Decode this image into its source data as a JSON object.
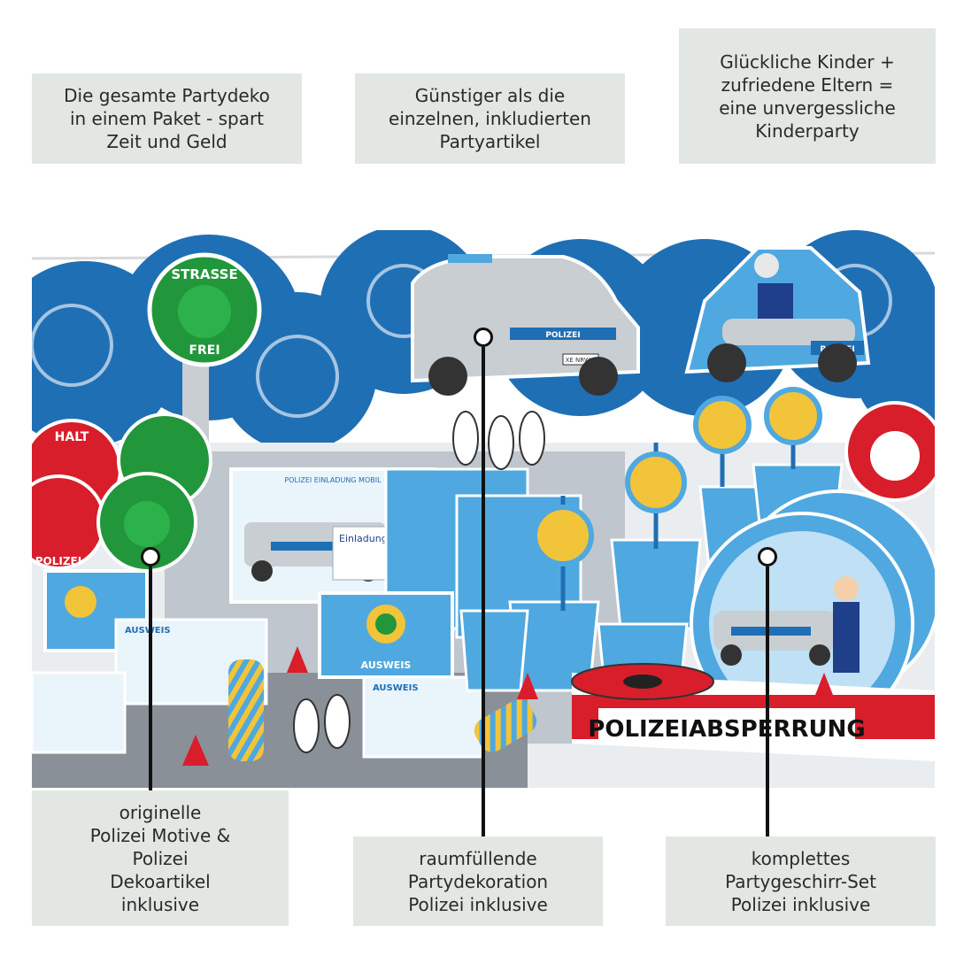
{
  "features_top": [
    {
      "lines": [
        "Die gesamte Partydeko",
        "in einem Paket - spart",
        "Zeit und Geld"
      ]
    },
    {
      "lines": [
        "Günstiger als die",
        "einzelnen, inkludierten",
        "Partyartikel"
      ]
    },
    {
      "lines": [
        "Glückliche Kinder +",
        "zufriedene Eltern =",
        "eine unvergessliche",
        "Kinderparty"
      ]
    }
  ],
  "features_bottom": [
    {
      "lines": [
        "originelle",
        "Polizei Motive &",
        "Polizei",
        "Dekoartikel",
        "inklusive"
      ]
    },
    {
      "lines": [
        "raumfüllende",
        "Partydekoration",
        "Polizei inklusive"
      ]
    },
    {
      "lines": [
        "komplettes",
        "Partygeschirr-Set",
        "Polizei inklusive"
      ]
    }
  ],
  "scene": {
    "sign_strasse": "STRASSE",
    "sign_frei": "FREI",
    "sign_halt": "HALT",
    "sign_polizei": "POLIZEI",
    "car_label": "POLIZEI",
    "car_plate": "XE NRW 0",
    "motorbike_label": "POLIZEI",
    "id_card_label": "AUSWEIS",
    "id_card_small_1": "AUSWEIS",
    "id_card_small_2": "AUSWEIS",
    "invitation_label": "Einladung",
    "invitation_card_title": "POLIZEI  EINLADUNG MOBIL",
    "tape_text": "POLIZEIABSPERRUNG",
    "colors": {
      "blue": "#1f6fb5",
      "light_blue": "#4fa8e0",
      "green": "#22963a",
      "red": "#d81e2a",
      "silver": "#c9ced3"
    }
  }
}
